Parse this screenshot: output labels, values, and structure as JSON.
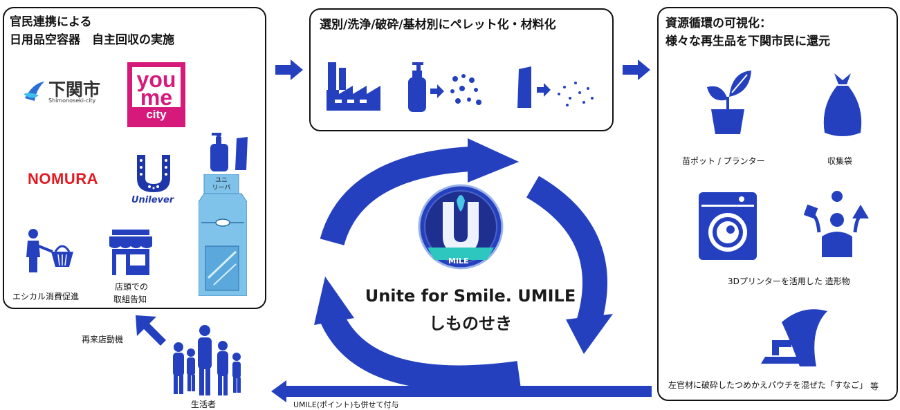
{
  "left_panel": {
    "heading_line1": "官民連携による",
    "heading_line2": "日用品空容器　自主回収の実施",
    "logo_shimonoseki_text": "下関市",
    "logo_shimonoseki_sub": "Shimonoseki-city",
    "logo_youme_line1": "you",
    "logo_youme_line2": "me",
    "logo_youme_city": "city",
    "logo_nomura": "NOMURA",
    "logo_unilever": "Unilever",
    "collection_box_label": "ユニ\nリーバ",
    "ethical_label": "エシカル消費促進",
    "store_label_line1": "店頭での",
    "store_label_line2": "取組告知"
  },
  "middle_panel": {
    "heading": "選別/洗浄/破砕/基材別にペレット化・材料化"
  },
  "right_panel": {
    "heading_line1": "資源循環の可視化：",
    "heading_line2": "様々な再生品を下関市民に還元",
    "pot_label": "苗ポット / プランター",
    "bag_label": "収集袋",
    "printer_label": "3Dプリンターを活用した 造形物",
    "plaster_label": "左官材に破砕したつめかえパウチを混ぜた「すなご」",
    "etc_label": "等"
  },
  "center": {
    "logo_text": "MILE",
    "title_line1": "Unite for Smile. UMILE",
    "title_line2": "しものせき"
  },
  "bottom": {
    "revisit_label": "再来店動機",
    "consumer_label": "生活者",
    "points_label": "UMILE(ポイント)も併せて付与"
  },
  "colors": {
    "primary_blue": "#2440bf",
    "light_blue": "#7fc3ea",
    "youme_pink": "#d61a7b",
    "nomura_red": "#e21b23"
  }
}
